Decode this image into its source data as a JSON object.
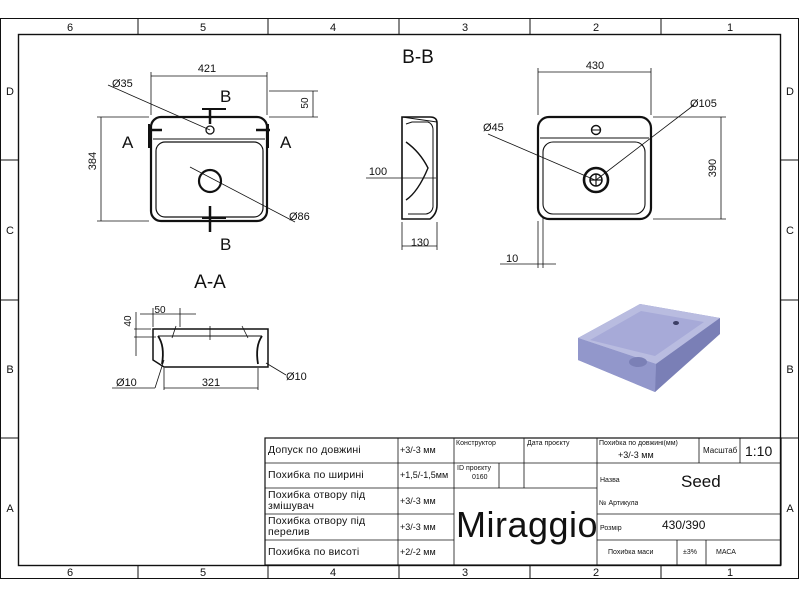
{
  "frame": {
    "columns": [
      "6",
      "5",
      "4",
      "3",
      "2",
      "1"
    ],
    "rows": [
      "D",
      "C",
      "B",
      "A"
    ]
  },
  "views": {
    "top": {
      "dim_width": "421",
      "dim_height": "384",
      "dim_top": "50",
      "dia_left": "Ø35",
      "dia_right": "Ø86",
      "section_a": "A",
      "section_b": "B"
    },
    "section_bb": {
      "title": "B-B",
      "dim_depth": "100",
      "dim_width": "130"
    },
    "front": {
      "dim_width": "430",
      "dim_height": "390",
      "dia_left": "Ø45",
      "dia_right": "Ø105",
      "dim_bottom": "10"
    },
    "section_aa": {
      "title": "A-A",
      "dim_top": "50",
      "dim_side": "40",
      "dim_bottom": "321",
      "dia_left": "Ø10",
      "dia_right": "Ø10"
    }
  },
  "title_block": {
    "tolerances": [
      {
        "label": "Допуск по довжині",
        "value": "+3/-3 мм"
      },
      {
        "label": "Похибка по ширині",
        "value": "+1,5/-1,5мм"
      },
      {
        "label": "Похибка отвору під змішувач",
        "value": "+3/-3 мм"
      },
      {
        "label": "Похибка отвору під перелив",
        "value": "+3/-3 мм"
      },
      {
        "label": "Похибка по висоті",
        "value": "+2/-2 мм"
      }
    ],
    "constructor_label": "Конструктор",
    "project_date_label": "Дата проєкту",
    "project_id_label": "ID проєкту",
    "project_id_value": "0160",
    "brand": "Miraggio",
    "length_tol_label": "Похибка по довжині(мм)",
    "length_tol_value": "+3/-3 мм",
    "scale_label": "Масштаб",
    "scale_value": "1:10",
    "name_label": "Назва",
    "name_value": "Seed",
    "article_label": "№ Артикула",
    "size_label": "Розмір",
    "size_value": "430/390",
    "mass_tol_label": "Похибка маси",
    "mass_tol_value": "±3%",
    "mass_label": "МАСА"
  },
  "colors": {
    "line": "#111111",
    "render_body": "#8d92c6",
    "render_top": "#b9bce0",
    "render_inner": "#9ea2d3"
  }
}
